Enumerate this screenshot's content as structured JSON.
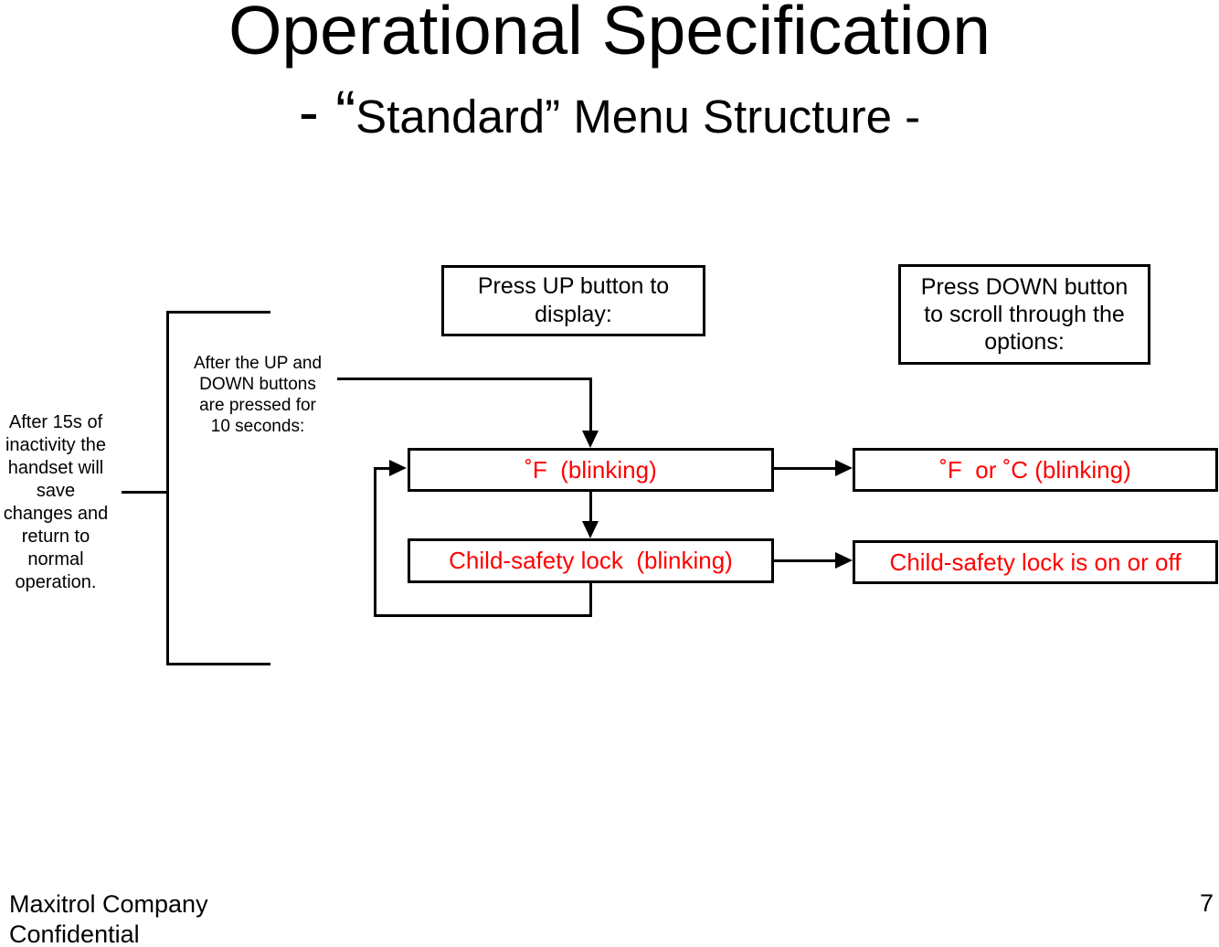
{
  "slide": {
    "title": "Operational Specification",
    "subtitle": {
      "prefix": "- “",
      "rest": "Standard” Menu Structure -"
    },
    "footer": "Maxitrol Company\nConfidential",
    "page_number": "7"
  },
  "colors": {
    "state_text_red": "#FF0000",
    "line_black": "#000000",
    "background": "#FFFFFF"
  },
  "diagram": {
    "press_up_box": "Press UP button to\ndisplay:",
    "press_down_box": "Press DOWN button\nto scroll through the\noptions:",
    "after_updown_note": "After the UP and\nDOWN buttons\nare pressed for\n10 seconds:",
    "inactivity_note": "After 15s of\ninactivity the\nhandset will\nsave\nchanges and\nreturn to\nnormal\noperation.",
    "states": {
      "f_blinking": "˚F  (blinking)",
      "f_or_c_blinking": "˚F  or ˚C (blinking)",
      "child_lock_blinking": "Child-safety lock  (blinking)",
      "child_lock_on_off": "Child-safety lock is on or off"
    }
  }
}
